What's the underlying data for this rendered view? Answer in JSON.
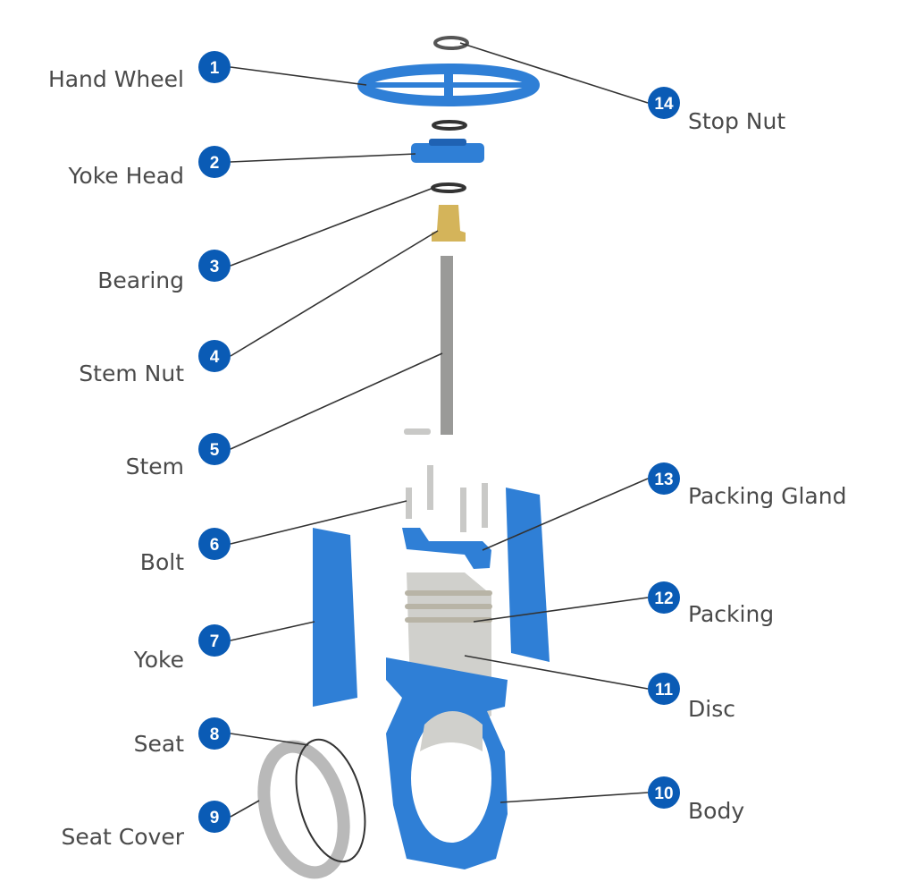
{
  "colors": {
    "badge": "#0a5bb5",
    "part_blue": "#2f7fd6",
    "label": "#4a4a4a"
  },
  "parts": {
    "p1": {
      "number": "1",
      "name": "Hand Wheel"
    },
    "p2": {
      "number": "2",
      "name": "Yoke Head"
    },
    "p3": {
      "number": "3",
      "name": "Bearing"
    },
    "p4": {
      "number": "4",
      "name": "Stem Nut"
    },
    "p5": {
      "number": "5",
      "name": "Stem"
    },
    "p6": {
      "number": "6",
      "name": "Bolt"
    },
    "p7": {
      "number": "7",
      "name": "Yoke"
    },
    "p8": {
      "number": "8",
      "name": "Seat"
    },
    "p9": {
      "number": "9",
      "name": "Seat Cover"
    },
    "p10": {
      "number": "10",
      "name": "Body"
    },
    "p11": {
      "number": "11",
      "name": "Disc"
    },
    "p12": {
      "number": "12",
      "name": "Packing"
    },
    "p13": {
      "number": "13",
      "name": "Packing Gland"
    },
    "p14": {
      "number": "14",
      "name": "Stop Nut"
    }
  }
}
